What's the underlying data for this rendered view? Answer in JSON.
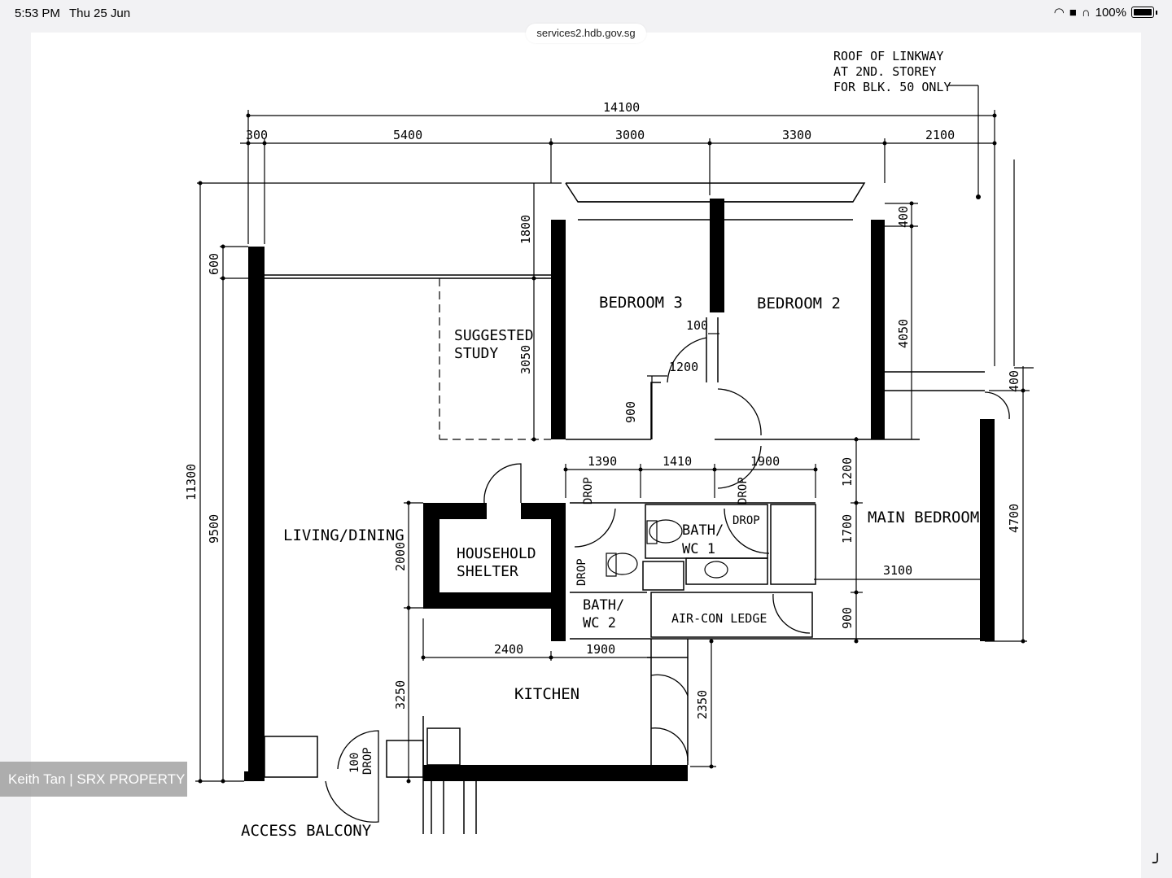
{
  "status_bar": {
    "time": "5:53 PM",
    "date": "Thu 25 Jun",
    "battery": "100%"
  },
  "browser": {
    "url": "services2.hdb.gov.sg"
  },
  "watermark": "Keith Tan | SRX PROPERTY",
  "plan": {
    "note_lines": [
      "ROOF OF LINKWAY",
      "AT 2ND. STOREY",
      "FOR BLK. 50 ONLY"
    ],
    "rooms": {
      "bedroom3": "BEDROOM 3",
      "bedroom2": "BEDROOM 2",
      "study1": "SUGGESTED",
      "study2": "STUDY",
      "living": "LIVING/DINING",
      "shelter1": "HOUSEHOLD",
      "shelter2": "SHELTER",
      "bath1a": "BATH/",
      "bath1b": "WC 1",
      "bath2a": "BATH/",
      "bath2b": "WC 2",
      "aircon": "AIR-CON LEDGE",
      "main_bedroom": "MAIN BEDROOM",
      "kitchen": "KITCHEN",
      "balcony": "ACCESS BALCONY"
    },
    "drop": "DROP",
    "dims": {
      "total": "14100",
      "d300": "300",
      "d5400": "5400",
      "d3000": "3000",
      "d3300": "3300",
      "d2100": "2100",
      "d1800": "1800",
      "d600": "600",
      "d11300": "11300",
      "d9500": "9500",
      "d3050": "3050",
      "d900a": "900",
      "d1200a": "1200",
      "d100a": "100",
      "d400a": "400",
      "d4050": "4050",
      "d400b": "400",
      "d1390": "1390",
      "d1410": "1410",
      "d1900a": "1900",
      "d1200b": "1200",
      "d1700": "1700",
      "d4700": "4700",
      "d3100": "3100",
      "d900b": "900",
      "d2000": "2000",
      "d2400": "2400",
      "d1900b": "1900",
      "d3250": "3250",
      "d2350": "2350",
      "d100b": "100"
    }
  }
}
